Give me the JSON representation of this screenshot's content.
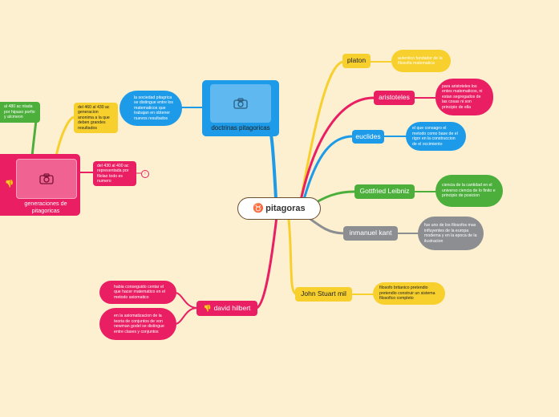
{
  "root": {
    "label": "pitagoras",
    "icon": "♉"
  },
  "colors": {
    "background": "#fdf0d0",
    "yellow": "#f7d02e",
    "pink": "#e91e63",
    "blue": "#1e9be8",
    "green": "#4caf3c",
    "gray": "#8c8e92"
  },
  "branches": {
    "platon": {
      "label": "platon",
      "note": "autentico fundador de la filosofia matematica"
    },
    "aristoteles": {
      "label": "aristoteles",
      "note": "para aristoteles los entes matematicos, ni estan segregados de las cosas ni son principio de ella"
    },
    "euclides": {
      "label": "euclides",
      "note": "el que consagro el metodo como base de el rigor en la construccion de el occimiento"
    },
    "leibniz": {
      "label": "Gottfried Leibniz",
      "note": "ciencia de la cantidad en el universo ciencia de lo finito e principio de posicion"
    },
    "kant": {
      "label": "inmanuel kant",
      "note": "fue uno de los filosofos mas influyentes de la europa moderna y en la epoca de la ilustracion"
    },
    "mill": {
      "label": "John Stuart mil",
      "note": "filosofo britanico pretendio pretendio construir un sistema filosofico completo"
    },
    "hilbert": {
      "label": "david hilbert",
      "icon": "👎",
      "note1": "habia conseguido centar el que hacer matematico en el metodo axiomatico",
      "note2": "en la axiomatizacion de la teoria de conjuntos de von newman godel se distingue entre clases y conjuntos"
    },
    "doctrinas": {
      "label": "doctrinas pitagoricas",
      "note": "la sociedad pitagrica se distingue entre los matematicos que trabajan en obtener nuevos resultados"
    },
    "generaciones": {
      "label": "generaciones de pitagoricas",
      "icon": "👎",
      "note_460": "del 460 al 430 ac generacion anonima a la que deben grandes resultados",
      "note_480": "al 480 ac ntada por hipaso porfio y alcmeon",
      "note_430": "del 430 al 400 ac representada por filolao todo es numero",
      "info_badge": "!"
    }
  },
  "icons": {
    "photo": "camera-icon"
  }
}
